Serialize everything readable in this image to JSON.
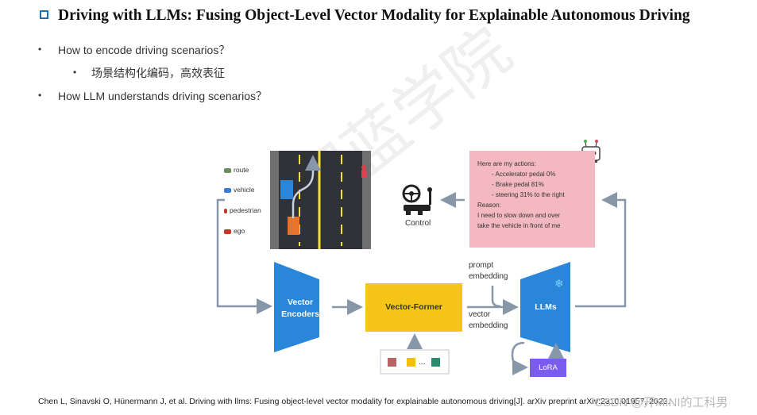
{
  "slide": {
    "title": "Driving with LLMs: Fusing Object-Level Vector Modality for Explainable Autonomous Driving",
    "bullets": [
      {
        "text": "How to encode driving scenarios？",
        "level": 1
      },
      {
        "text": "场景结构化编码，高效表征",
        "level": 2
      },
      {
        "text": "How LLM understands driving scenarios？",
        "level": 1
      }
    ],
    "citation": "Chen L, Sinavski O, Hünermann J, et al. Driving with llms: Fusing object-level vector modality for explainable autonomous driving[J]. arXiv preprint arXiv:2310.01957, 2023.",
    "watermark_corner": "CSDN @开MINI的工科男",
    "watermark_center": "深蓝学院"
  },
  "diagram": {
    "legend": [
      {
        "label": "route",
        "icon": "car-icon",
        "color": "#6b8e5a"
      },
      {
        "label": "vehicle",
        "icon": "car-icon",
        "color": "#3a7bd5"
      },
      {
        "label": "pedestrian",
        "icon": "pedestrian-icon",
        "color": "#c0392b"
      },
      {
        "label": "ego",
        "icon": "car-icon",
        "color": "#c0392b"
      }
    ],
    "control_label": "Control",
    "vector_encoders_label": [
      "Vector",
      "Encoders"
    ],
    "vector_former_label": "Vector-Former",
    "llms_label": "LLMs",
    "lora_label": "LoRA",
    "prompt_embedding_label": [
      "prompt",
      "embedding"
    ],
    "vector_embedding_label": [
      "vector",
      "embedding"
    ],
    "token_ellipsis": "...",
    "token_colors": [
      "#b56565",
      "#f2c200",
      "#2e8b6a"
    ],
    "speech": {
      "lines": [
        {
          "text": "Here are my actions:",
          "indent": false
        },
        {
          "text": "- Accelerator pedal 0%",
          "indent": true
        },
        {
          "text": "- Brake pedal 81%",
          "indent": true
        },
        {
          "text": "- steering 31% to the right",
          "indent": true
        },
        {
          "text": "Reason:",
          "indent": false
        },
        {
          "text": "I need to slow down and over",
          "indent": false
        },
        {
          "text": "take the vehicle in front of me",
          "indent": false
        }
      ]
    },
    "colors": {
      "encoder_blue": "#2a86d8",
      "former_yellow": "#f5c518",
      "lora_purple": "#7b5cf0",
      "speech_pink": "#f4b8c1",
      "arrow_gray": "#8797a8",
      "road_dark": "#2f3238",
      "lane_yellow": "#f4e03a"
    }
  }
}
